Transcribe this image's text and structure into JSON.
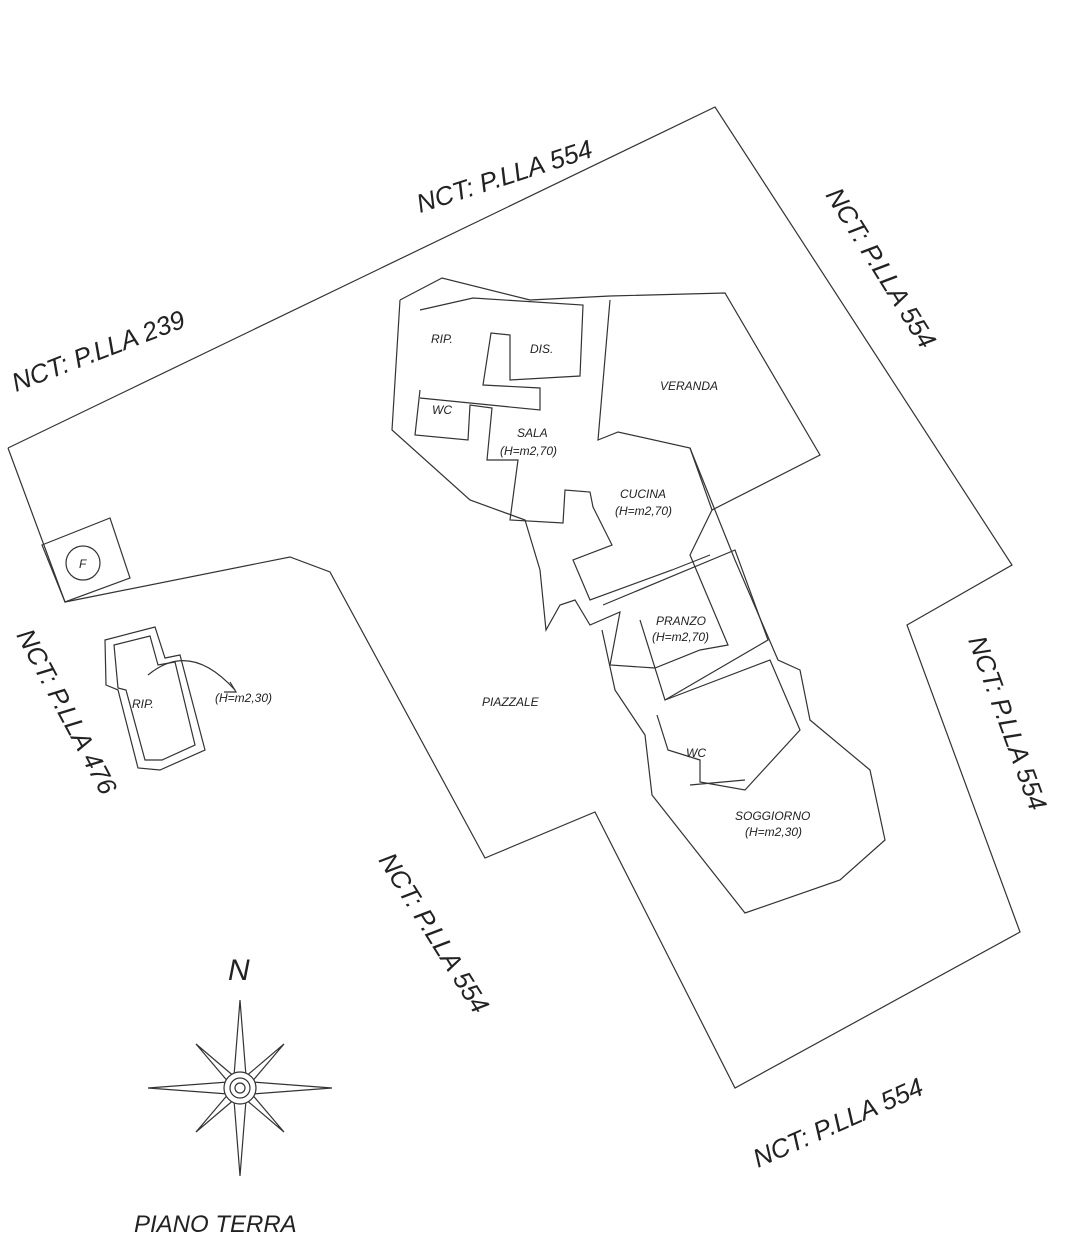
{
  "parcels": {
    "top": "NCT: P.LLA 554",
    "top_left": "NCT: P.LLA 239",
    "right_upper": "NCT: P.LLA 554",
    "right_lower": "NCT: P.LLA 554",
    "left": "NCT: P.LLA 476",
    "bottom_middle": "NCT: P.LLA 554",
    "bottom_right": "NCT: P.LLA 554"
  },
  "rooms": {
    "rip_top": "RIP.",
    "dis": "DIS.",
    "wc_top": "WC",
    "sala": "SALA",
    "sala_h": "(H=m2,70)",
    "veranda": "VERANDA",
    "cucina": "CUCINA",
    "cucina_h": "(H=m2,70)",
    "pranzo": "PRANZO",
    "pranzo_h": "(H=m2,70)",
    "wc_bottom": "WC",
    "soggiorno": "SOGGIORNO",
    "soggiorno_h": "(H=m2,30)",
    "piazzale": "PIAZZALE",
    "rip_left": "RIP.",
    "rip_left_h": "(H=m2,30)",
    "forno": "F"
  },
  "compass": {
    "north": "N"
  },
  "title": "PIANO TERRA"
}
